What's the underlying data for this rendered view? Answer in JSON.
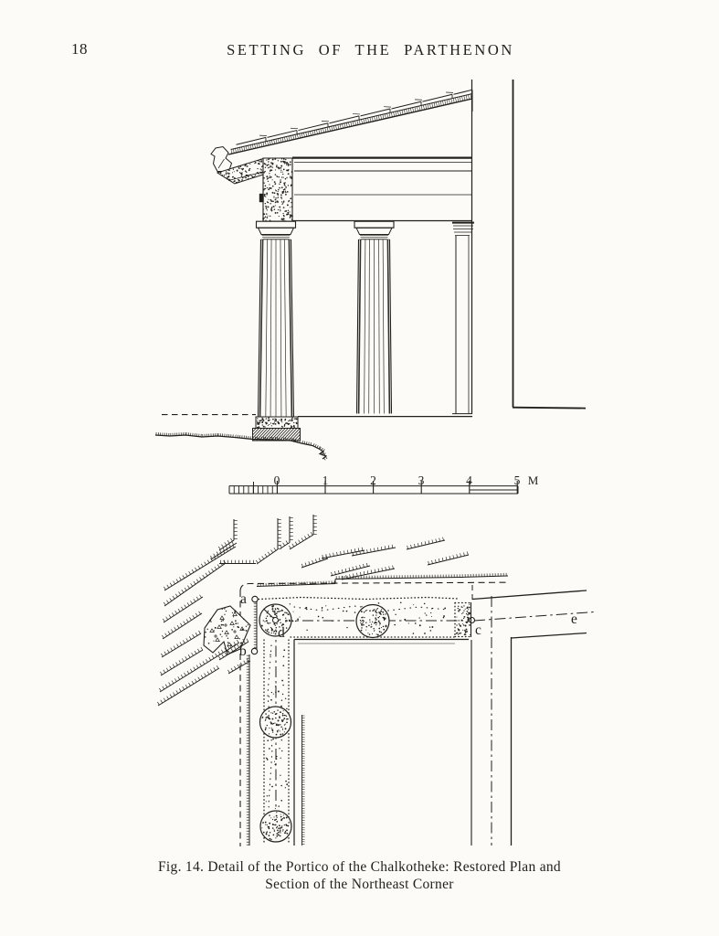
{
  "page": {
    "number": "18",
    "header_title": "SETTING OF THE PARTHENON"
  },
  "figure": {
    "caption_line1": "Fig. 14. Detail of the Portico of the Chalkotheke: Restored Plan and",
    "caption_line2": "Section of the Northeast Corner",
    "scale_bar": {
      "tick_labels": [
        "0",
        "1",
        "2",
        "3",
        "4",
        "5"
      ],
      "unit_label": "M"
    },
    "plan_labels": {
      "a": "a",
      "b": "b",
      "c": "c",
      "d": "d",
      "e": "e"
    },
    "ink_color": "#221f1c",
    "paper_color": "#fcfbf8"
  }
}
